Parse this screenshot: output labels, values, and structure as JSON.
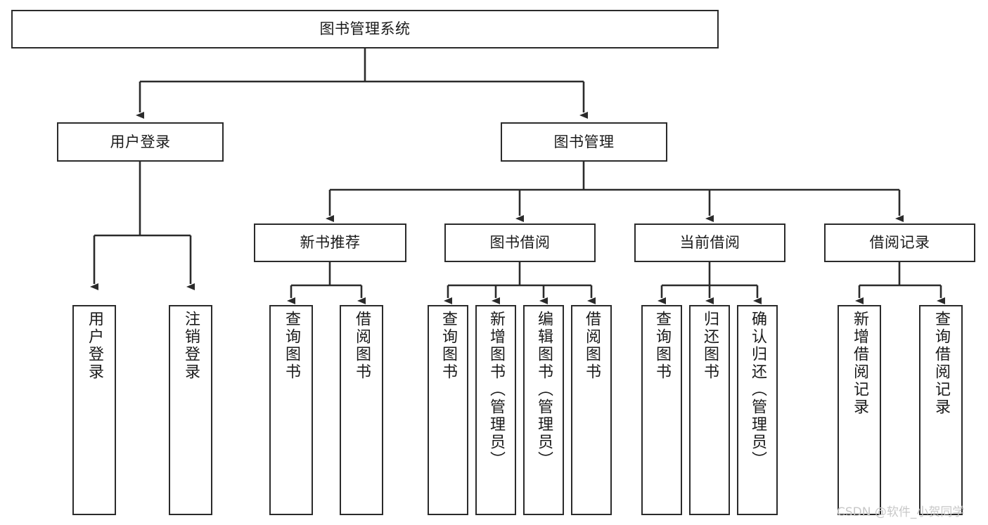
{
  "diagram": {
    "title": "图书管理系统",
    "type": "tree-hierarchy",
    "orientation": "top-down",
    "colors": {
      "background": "#ffffff",
      "box_border": "#2b2b2b",
      "box_fill": "#ffffff",
      "connector": "#2b2b2b",
      "text": "#1a1a1a",
      "watermark": "#c8c8c8"
    }
  },
  "nodes": {
    "root": {
      "label": "图书管理系统"
    },
    "level1": [
      {
        "label": "用户登录"
      },
      {
        "label": "图书管理"
      }
    ],
    "level2": [
      {
        "label": "新书推荐"
      },
      {
        "label": "图书借阅"
      },
      {
        "label": "当前借阅"
      },
      {
        "label": "借阅记录"
      }
    ],
    "leaves": {
      "user_login": [
        {
          "label": "用户登录"
        },
        {
          "label": "注销登录"
        }
      ],
      "new_book_rec": [
        {
          "label": "查询图书"
        },
        {
          "label": "借阅图书"
        }
      ],
      "book_borrow": [
        {
          "label": "查询图书"
        },
        {
          "label": "新增图书（管理员）"
        },
        {
          "label": "编辑图书（管理员）"
        },
        {
          "label": "借阅图书"
        }
      ],
      "current_borrow": [
        {
          "label": "查询图书"
        },
        {
          "label": "归还图书"
        },
        {
          "label": "确认归还（管理员）"
        }
      ],
      "borrow_record": [
        {
          "label": "新增借阅记录"
        },
        {
          "label": "查询借阅记录"
        }
      ]
    }
  },
  "watermark": {
    "text": "CSDN @软件_小贺同学"
  }
}
